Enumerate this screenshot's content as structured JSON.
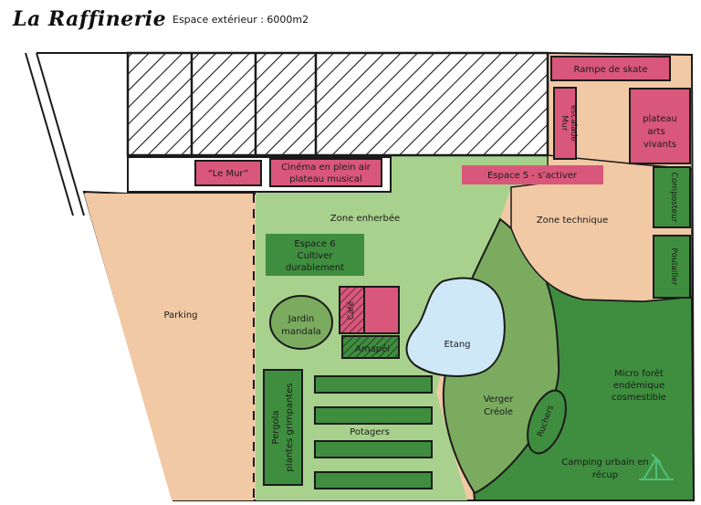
{
  "header": {
    "title": "La Raffinerie",
    "subtitle": "Espace extérieur : 6000m2"
  },
  "colors": {
    "pink": "#d9577a",
    "dark_green": "#3f8e3f",
    "mid_green": "#7aab5f",
    "light_green": "#a8d18d",
    "beige": "#f2c9a5",
    "water": "#cfe8f7",
    "line": "#1a1a1a"
  },
  "zones": {
    "parking": "Parking",
    "zone_enherbee": "Zone enherbée",
    "zone_technique": "Zone technique",
    "etang": "Etang",
    "verger": [
      "Verger",
      "Créole"
    ],
    "micro_foret": [
      "Micro forêt",
      "endémique",
      "cosmestible"
    ],
    "camping": [
      "Camping urbain en",
      "récup"
    ],
    "potagers": "Potagers"
  },
  "labels": {
    "rampe_skate": "Rampe de skate",
    "mur_escalade": [
      "Mur",
      "escalade"
    ],
    "plateau_arts": [
      "plateau",
      "arts",
      "vivants"
    ],
    "composteur": "Composteur",
    "poulailler": "Poulailler",
    "le_mur": "“Le Mur”",
    "cinema": [
      "Cinéma en plein air",
      "plateau musical"
    ],
    "espace5": "Espace 5 - s’activer",
    "espace6": [
      "Espace 6",
      "Cultiver",
      "durablement"
    ],
    "jardin": [
      "Jardin",
      "mandala"
    ],
    "cafe": "Café",
    "amapei": "Amapéi",
    "pergola": [
      "Pergola",
      "plantes grimpantes"
    ],
    "ruchers": "Ruchers"
  }
}
